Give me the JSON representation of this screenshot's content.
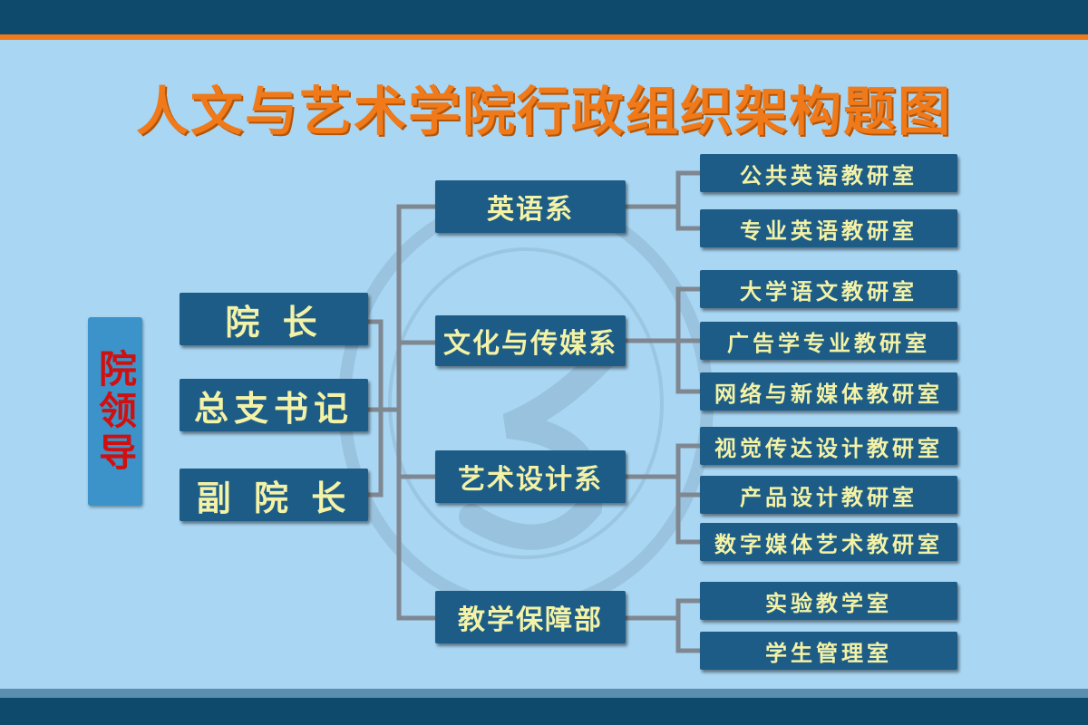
{
  "title": "人文与艺术学院行政组织架构题图",
  "leadership_tag": "院领导",
  "leaders": [
    "院 长",
    "总支书记",
    "副 院 长"
  ],
  "departments": [
    {
      "name": "英语系",
      "offices": [
        "公共英语教研室",
        "专业英语教研室"
      ]
    },
    {
      "name": "文化与传媒系",
      "offices": [
        "大学语文教研室",
        "广告学专业教研室",
        "网络与新媒体教研室"
      ]
    },
    {
      "name": "艺术设计系",
      "offices": [
        "视觉传达设计教研室",
        "产品设计教研室",
        "数字媒体艺术教研室"
      ]
    },
    {
      "name": "教学保障部",
      "offices": [
        "实验教学室",
        "学生管理室"
      ]
    }
  ],
  "colors": {
    "background": "#a9d6f3",
    "header_bar": "#0d4a6b",
    "accent_orange": "#f07a1a",
    "box": "#1c5c87",
    "box_text": "#f3f2a6",
    "tag": "#3b93c9",
    "tag_text": "#d01010",
    "connector": "#7f8790"
  }
}
